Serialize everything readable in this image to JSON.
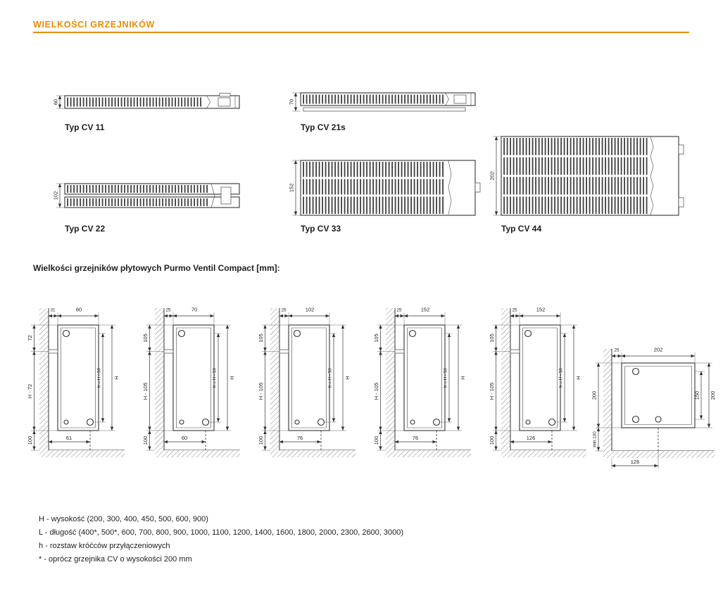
{
  "page": {
    "title": "WIELKOŚCI GRZEJNIKÓW",
    "accent_color": "#ED8B00"
  },
  "cross_sections": [
    {
      "label": "Typ CV 11",
      "depth_mm": "60"
    },
    {
      "label": "Typ CV 21s",
      "depth_mm": "70"
    },
    {
      "label": "Typ CV 22",
      "depth_mm": "102"
    },
    {
      "label": "Typ CV 33",
      "depth_mm": "152"
    },
    {
      "label": "Typ CV 44",
      "depth_mm": "202"
    }
  ],
  "dimensions_section": {
    "title": "Wielkości grzejników płytowych Purmo Ventil Compact [mm]:",
    "diagrams": [
      {
        "depth": "60",
        "wall_gap": "31",
        "top_offset": "72",
        "mid": "H - 72",
        "bottom_clearance": "100",
        "spacing": "h = H - 50",
        "height": "H",
        "bottom_dim": "61"
      },
      {
        "depth": "70",
        "wall_gap": "25",
        "top_offset": "105",
        "mid": "H - 105",
        "bottom_clearance": "100",
        "spacing": "h = H - 50",
        "height": "H",
        "bottom_dim": "60"
      },
      {
        "depth": "102",
        "wall_gap": "25",
        "top_offset": "105",
        "mid": "H - 105",
        "bottom_clearance": "100",
        "spacing": "h = H - 50",
        "height": "H",
        "bottom_dim": "76"
      },
      {
        "depth": "152",
        "wall_gap": "25",
        "top_offset": "105",
        "mid": "H - 105",
        "bottom_clearance": "100",
        "spacing": "h = H - 50",
        "height": "H",
        "bottom_dim": "76"
      },
      {
        "depth": "152",
        "wall_gap": "25",
        "top_offset": "105",
        "mid": "H - 105",
        "bottom_clearance": "100",
        "spacing": "h = H - 50",
        "height": "H",
        "bottom_dim": "126"
      }
    ],
    "corner": {
      "depth": "202",
      "wall_gap": "25",
      "height": "200",
      "floor_clearance": "min.100",
      "spacing": "150",
      "outer_height": "200",
      "bottom_dim": "126"
    }
  },
  "legend": {
    "lines": [
      "H - wysokość (200, 300, 400, 450, 500, 600, 900)",
      "L - długość (400*, 500*, 600, 700, 800, 900, 1000, 1100, 1200, 1400, 1600, 1800, 2000, 2300, 2600, 3000)",
      "h - rozstaw króćców przyłączeniowych",
      "* - oprócz grzejnika CV o wysokości 200 mm"
    ]
  }
}
